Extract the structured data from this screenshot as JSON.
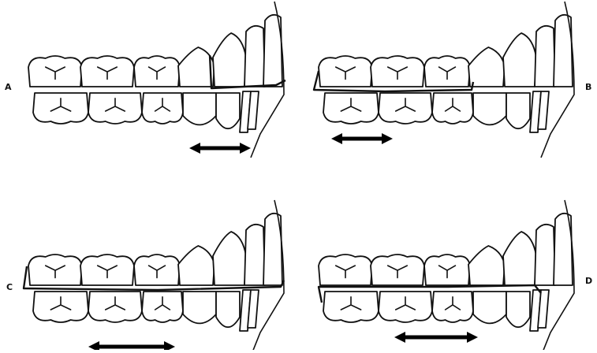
{
  "figure": {
    "panels": [
      {
        "id": "A",
        "label": "A",
        "splint": "upper-short",
        "arrow": "movement"
      },
      {
        "id": "B",
        "label": "B",
        "splint": "upper-posterior",
        "arrow": "movement"
      },
      {
        "id": "C",
        "label": "C",
        "splint": "upper-full",
        "arrow": "movement"
      },
      {
        "id": "D",
        "label": "D",
        "splint": "lower-full",
        "arrow": "movement"
      }
    ]
  },
  "colors": {
    "line": "#111111",
    "background": "#ffffff"
  }
}
